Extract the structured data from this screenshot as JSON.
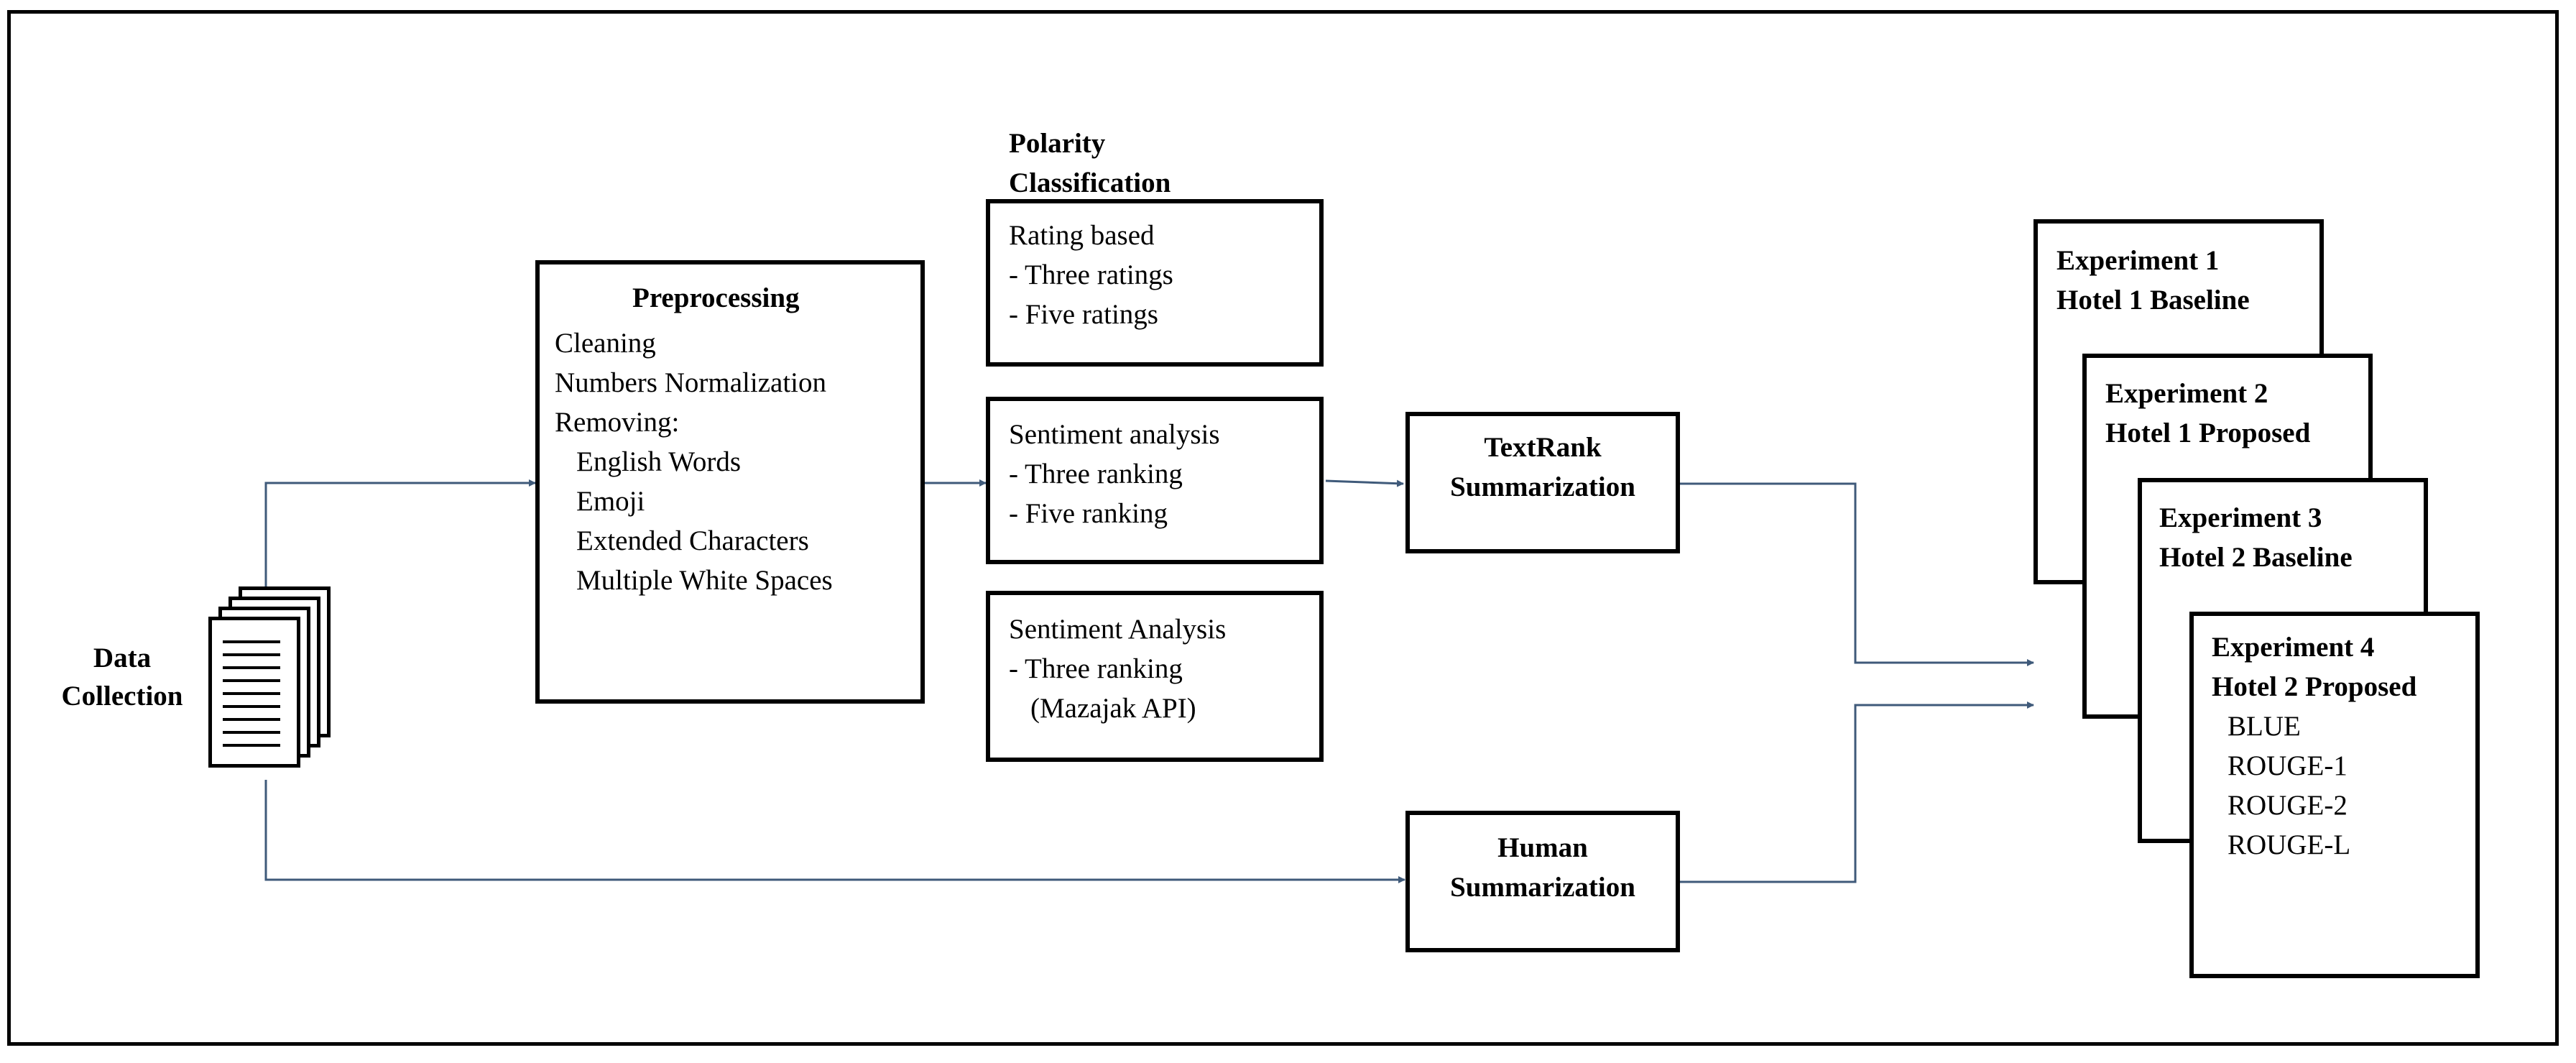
{
  "data_collection": {
    "label": [
      "Data",
      "Collection"
    ]
  },
  "preprocessing": {
    "title": "Preprocessing",
    "lines": [
      "Cleaning",
      "Numbers Normalization",
      "Removing:"
    ],
    "sub_lines": [
      "English Words",
      "Emoji",
      "Extended Characters",
      "Multiple White Spaces"
    ]
  },
  "polarity": {
    "header": [
      "Polarity",
      "Classification"
    ],
    "boxes": [
      {
        "title": "Rating based",
        "items": [
          "- Three ratings",
          "- Five ratings"
        ]
      },
      {
        "title": "Sentiment analysis",
        "items": [
          "- Three ranking",
          "- Five ranking"
        ]
      },
      {
        "title": "Sentiment Analysis",
        "items": [
          "- Three ranking",
          "(Mazajak API)"
        ]
      }
    ]
  },
  "textrank": {
    "label": [
      "TextRank",
      "Summarization"
    ]
  },
  "human": {
    "label": [
      "Human",
      "Summarization"
    ]
  },
  "experiments": [
    {
      "title": "Experiment 1",
      "subtitle": "Hotel 1 Baseline"
    },
    {
      "title": "Experiment 2",
      "subtitle": "Hotel 1 Proposed"
    },
    {
      "title": "Experiment 3",
      "subtitle": "Hotel 2 Baseline"
    },
    {
      "title": "Experiment 4",
      "subtitle": "Hotel 2 Proposed",
      "metrics": [
        "BLUE",
        "ROUGE-1",
        "ROUGE-2",
        "ROUGE-L"
      ]
    }
  ],
  "colors": {
    "arrow": "#3f5a7a",
    "border": "#000000"
  }
}
